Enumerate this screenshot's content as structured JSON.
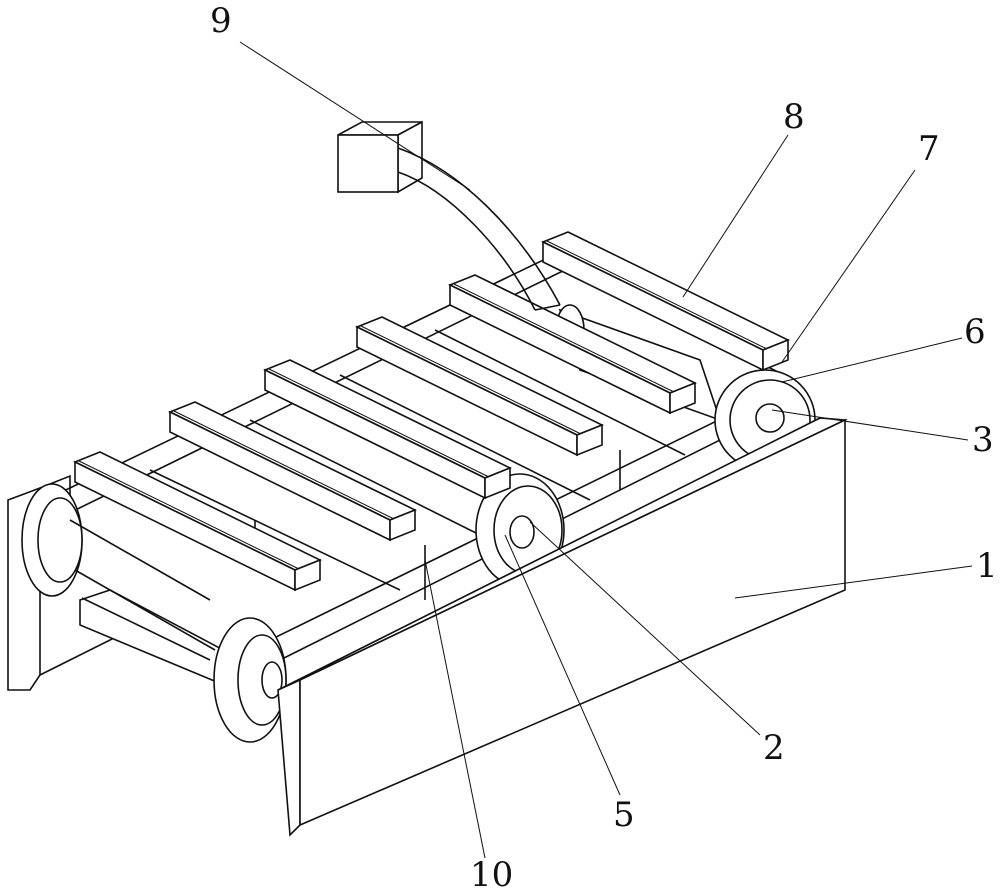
{
  "figure": {
    "labels": [
      {
        "id": "9",
        "text": "9"
      },
      {
        "id": "8",
        "text": "8"
      },
      {
        "id": "7",
        "text": "7"
      },
      {
        "id": "6",
        "text": "6"
      },
      {
        "id": "3",
        "text": "3"
      },
      {
        "id": "1",
        "text": "1"
      },
      {
        "id": "2",
        "text": "2"
      },
      {
        "id": "5",
        "text": "5"
      },
      {
        "id": "10",
        "text": "10"
      }
    ]
  }
}
